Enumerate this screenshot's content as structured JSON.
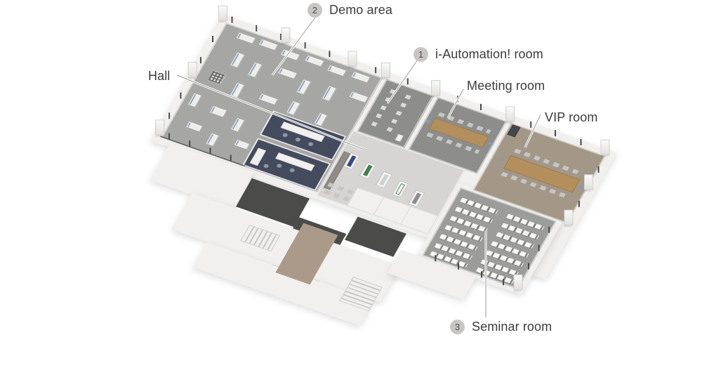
{
  "figure_labels": {
    "iautomation": {
      "number": "1",
      "text": "i-Automation! room"
    },
    "demo": {
      "number": "2",
      "text": "Demo area"
    },
    "seminar": {
      "number": "3",
      "text": "Seminar room"
    },
    "hall": {
      "text": "Hall"
    },
    "meeting": {
      "text": "Meeting room"
    },
    "vip": {
      "text": "VIP room"
    }
  },
  "colors": {
    "page-bg": "#ffffff",
    "label-color": "#3c3c3c",
    "badge-bg": "#c7c6c5",
    "leader": "#9b9b9b",
    "wall-white": "#f1f0ee",
    "floor-demo": "#a6a6a4",
    "floor-room": "#8d8d8b",
    "floor-hall": "#d6d5d3",
    "floor-vip": "#a39888",
    "floor-seminar": "#9c9c9a",
    "floor-blue": "#454b5e",
    "table-brown": "#b38f5e",
    "corridor-tan": "#ab998a"
  }
}
